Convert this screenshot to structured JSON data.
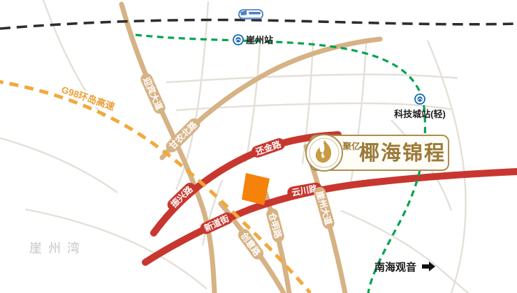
{
  "stations": {
    "yazhou": "崖州站",
    "tech_city": "科技城站(轻)"
  },
  "roads": {
    "g98": "G98环岛高速",
    "yingbin_avenue": "迎宾大道",
    "gannong_north": "甘农北路",
    "huanjin": "还金路",
    "zhenxing": "振兴路",
    "xindao_street": "新道街",
    "yunchuan": "云川路",
    "yazhou_avenue": "崖州大道",
    "cangming": "仓明路",
    "chuangyi": "创意路"
  },
  "landmarks": {
    "bay": "崖州湾",
    "nanhai_guanyin": "南海观音"
  },
  "brand": {
    "logo_small": "聚亿",
    "logo_large": "椰海锦程"
  },
  "icons": {
    "train": "train-icon",
    "metro_station": "metro-station-icon",
    "flame_logo": "flame-logo-icon",
    "direction_arrow": "arrow-right-icon"
  },
  "colors": {
    "major_road_red": "#c8372f",
    "secondary_road_tan": "#d6b284",
    "minor_road_gray": "#e4e0d8",
    "highway_gold_dash": "#f2a93b",
    "metro_green": "#00a44e",
    "railway_black": "#2d2d2d",
    "brand_gold": "#9b7a39",
    "project_marker_orange": "#f5820b",
    "station_blue": "#1268b3",
    "bay_text_gray": "#c6c6c6"
  }
}
